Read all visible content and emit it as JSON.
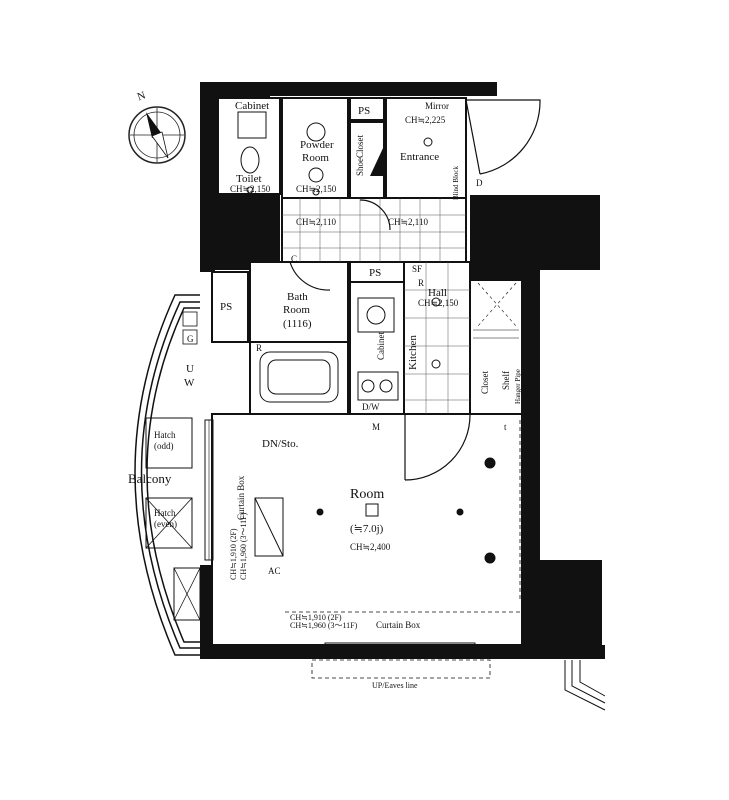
{
  "compass": {
    "north": "N"
  },
  "labels": {
    "cabinet": "Cabinet",
    "ps_top": "PS",
    "mirror": "Mirror",
    "ch_entrance": "CH≒2,225",
    "toilet": "Toilet",
    "ch_toilet": "CH≒2,150",
    "powder_room": "Powder\nRoom",
    "ch_powder": "CH≒2,150",
    "shoe_closet": "ShoeCloset",
    "entrance": "Entrance",
    "blind_block": "Blind Block",
    "mb": "MB",
    "ch_hall_a": "CH≒2,110",
    "ch_hall_b": "CH≒2,110",
    "c_mark": "C",
    "ps_mid": "PS",
    "sf": "SF",
    "r_mark": "R",
    "hall": "Hall",
    "ch_hall": "CH≒2,150",
    "ps_left": "PS",
    "bath_room": "Bath\nRoom\n(1116)",
    "g_mark": "G",
    "uw": "U\nW",
    "r_bath": "R",
    "cabinet_kitchen": "Cabinet",
    "kitchen": "Kitchen",
    "closet": "Closet",
    "shelf": "Shelf",
    "hanger_pipe": "Hanger Pipe",
    "dw": "D/W",
    "dn_sto": "DN/Sto.",
    "curtain_box_left": "Curtain Box",
    "ch_left_a": "CH≒1,910 (2F)",
    "ch_left_b": "CH≒1,960 (3〜11F)",
    "hatch_top": "Hatch\n(odd)",
    "balcony": "Balcony",
    "hatch_mid": "Hatch\n(even)",
    "room": "Room",
    "room_size": "(≒7.0j)",
    "ch_room": "CH≒2,400",
    "ch_bottom_a": "CH≒1,910 (2F)",
    "ch_bottom_b": "CH≒1,960 (3〜11F)",
    "curtain_box_bottom": "Curtain Box",
    "eaves": "UP/Eaves line",
    "ac": "AC",
    "m_mark": "M",
    "t_mark": "t",
    "d_mark": "D"
  }
}
